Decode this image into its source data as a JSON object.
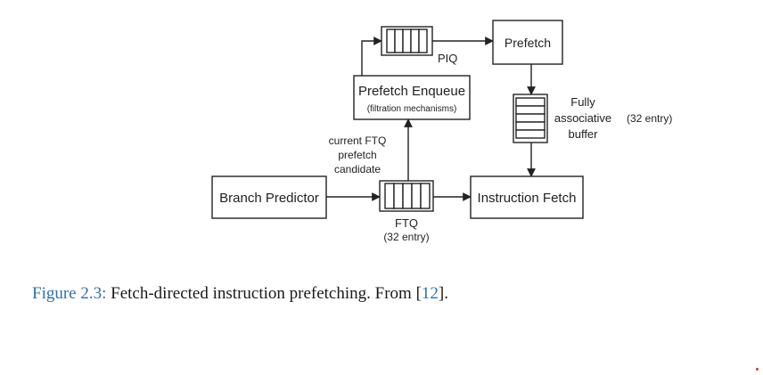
{
  "diagram": {
    "blocks": {
      "prefetch": "Prefetch",
      "prefetch_enqueue": "Prefetch Enqueue",
      "prefetch_enqueue_sub": "(filtration mechanisms)",
      "branch_predictor": "Branch Predictor",
      "instruction_fetch": "Instruction Fetch"
    },
    "queues": {
      "piq": "PIQ",
      "ftq": "FTQ",
      "ftq_size": "(32 entry)"
    },
    "buffer": {
      "line1": "Fully",
      "line2": "associative",
      "line3": "buffer",
      "size": "(32 entry)"
    },
    "edge_label": {
      "line1": "current FTQ",
      "line2": "prefetch",
      "line3": "candidate"
    }
  },
  "caption": {
    "figure_label": "Figure 2.3:",
    "text": " Fetch-directed instruction prefetching. From [",
    "ref": "12",
    "end": "]."
  },
  "colors": {
    "link": "#2f6fb0",
    "ink": "#222222",
    "dot": "#d9302c"
  }
}
